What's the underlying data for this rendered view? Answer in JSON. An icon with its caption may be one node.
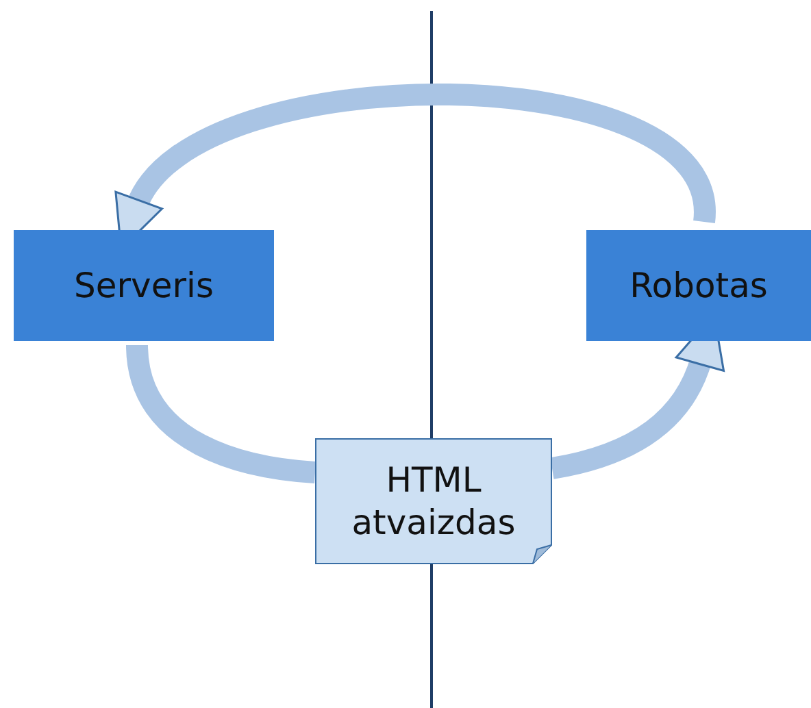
{
  "diagram": {
    "nodes": [
      {
        "text": [
          "Serveris"
        ]
      },
      {
        "text": [
          "Robotas"
        ]
      },
      {
        "text": [
          "HTML atvaizdas"
        ]
      }
    ],
    "edges": [
      {
        "from": 1,
        "to": 0,
        "arrow": "to"
      },
      {
        "from": 0,
        "to": 2,
        "arrow": "none"
      },
      {
        "from": 2,
        "to": 1,
        "arrow": "to"
      }
    ]
  }
}
